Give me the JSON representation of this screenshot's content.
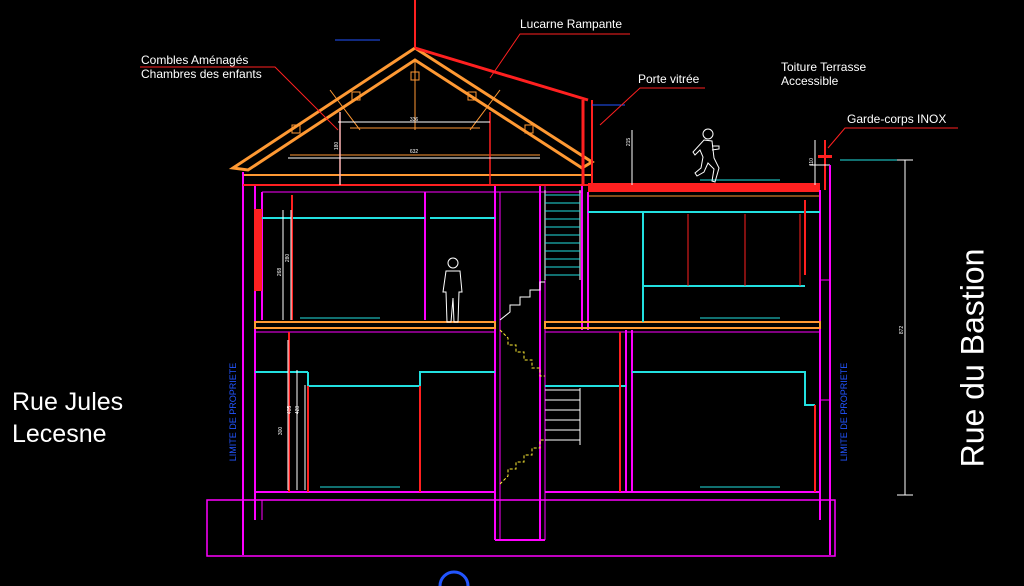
{
  "labels": {
    "combles_line1": "Combles Aménagés",
    "combles_line2": "Chambres des enfants",
    "lucarne": "Lucarne Rampante",
    "porte": "Porte vitrée",
    "toiture_line1": "Toiture Terrasse",
    "toiture_line2": "Accessible",
    "garde_corps": "Garde-corps INOX"
  },
  "streets": {
    "left_line1": "Rue Jules",
    "left_line2": "Lecesne",
    "right": "Rue du Bastion"
  },
  "boundary_label": "LIMITE DE PROPRIETE",
  "dimensions": {
    "attic_inner_width": "336",
    "attic_width": "632",
    "attic_height": "180",
    "door_height": "215",
    "parapet_height": "110",
    "floor1_h1": "268",
    "floor1_h2": "280",
    "ground_h1": "300",
    "ground_h2": "405",
    "ground_h3": "428",
    "total_height": "872"
  },
  "colors": {
    "background": "#000000",
    "wall": "#ff00ff",
    "slab": "#ff9933",
    "red": "#ff2020",
    "cyan": "#22e0e0",
    "stair": "#ffee33",
    "roof": "#ff9933",
    "text": "#ffffff"
  }
}
